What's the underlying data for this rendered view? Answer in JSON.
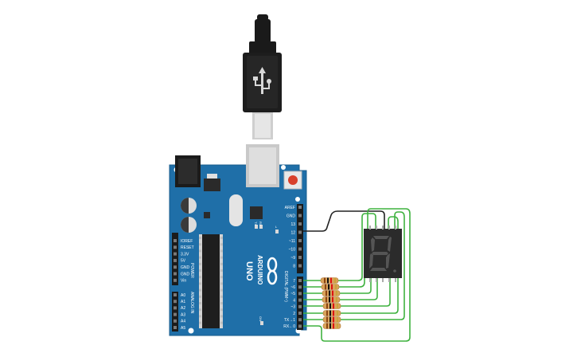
{
  "board": {
    "logo": "ARDUINO",
    "model": "UNO",
    "on_label": "ON",
    "tx_label": "TX",
    "rx_label": "RX",
    "l_label": "L",
    "power_header_label": "POWER",
    "analog_header_label": "ANALOG IN",
    "digital_header_label": "DIGITAL (PWM~)",
    "power_pins": [
      "IOREF",
      "RESET",
      "3.3V",
      "5V",
      "GND",
      "GND",
      "Vin"
    ],
    "analog_pins": [
      "A0",
      "A1",
      "A2",
      "A3",
      "A4",
      "A5"
    ],
    "digital_pins_top": [
      "AREF",
      "GND",
      "13",
      "12",
      "~11",
      "~10",
      "~9",
      "8"
    ],
    "digital_pins_bottom": [
      "7",
      "~6",
      "~5",
      "4",
      "~3",
      "2",
      "TX→1",
      "RX←0"
    ]
  },
  "display": {
    "shown_digit": "8"
  },
  "colors": {
    "board": "#1f6fa8",
    "board_edge": "#185c8c",
    "wire": "#3fb23f",
    "gnd_wire": "#222222",
    "resistor": "#d9a25a",
    "usb_cable": "#1a1a1a",
    "display_body": "#2b2b2b",
    "segment_off": "#555555"
  }
}
